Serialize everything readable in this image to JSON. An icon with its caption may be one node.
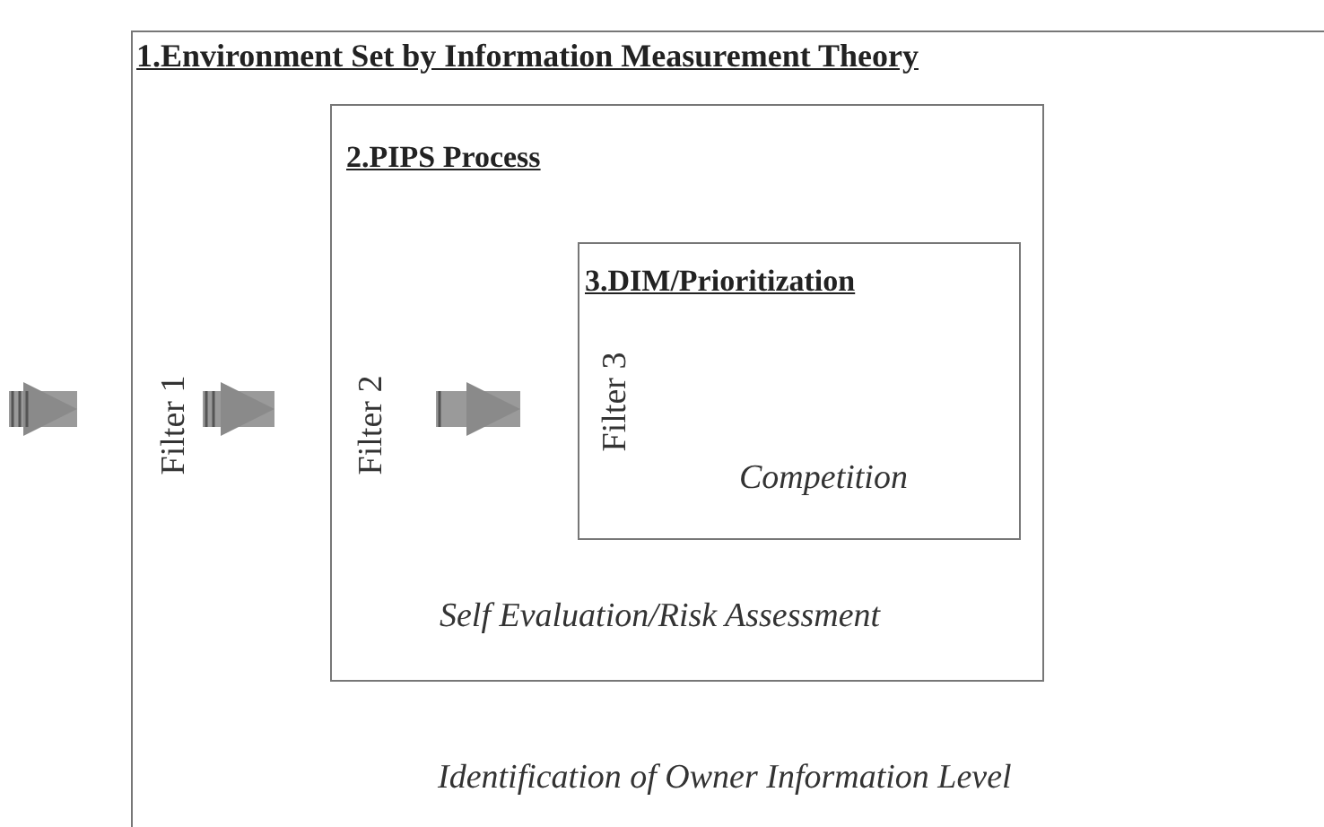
{
  "diagram": {
    "nodes": [
      {
        "text": [
          "1.Environment Set by Information Measurement Theory",
          "Identification of Owner Information Level"
        ]
      },
      {
        "text": [
          "2.PIPS Process",
          "Self Evaluation/Risk Assessment"
        ],
        "in": 0
      },
      {
        "text": [
          "3.DIM/Prioritization",
          "Competition"
        ],
        "in": 1
      }
    ],
    "edges": [
      {
        "from": null,
        "to": 0,
        "arrow": "to"
      },
      {
        "from": null,
        "to": 1,
        "arrow": "to"
      },
      {
        "from": null,
        "to": 2,
        "arrow": "to"
      }
    ],
    "labels": [
      "Filter 1",
      "Filter 2",
      "Filter 3"
    ]
  }
}
